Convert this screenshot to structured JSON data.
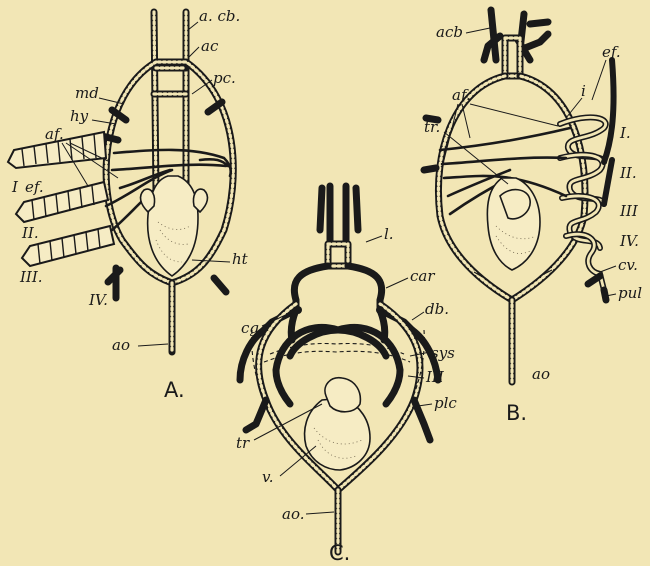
{
  "figure": {
    "panels": [
      {
        "caption": "A.",
        "labels": [
          "a. cb.",
          "ac",
          "pc.",
          "md",
          "hy",
          "af.",
          "I",
          "ef.",
          "II.",
          "III.",
          "IV.",
          "ht",
          "ao"
        ]
      },
      {
        "caption": "B.",
        "labels": [
          "acb",
          "af.",
          "ef.",
          "i",
          "I.",
          "tr.",
          "II.",
          "III",
          "IV.",
          "cv.",
          "pul",
          "ao"
        ]
      },
      {
        "caption": "C.",
        "labels": [
          "l.",
          "car",
          "cg.",
          "db.",
          "sys",
          "III",
          "plc",
          "tr",
          "v.",
          "ao."
        ]
      }
    ]
  }
}
